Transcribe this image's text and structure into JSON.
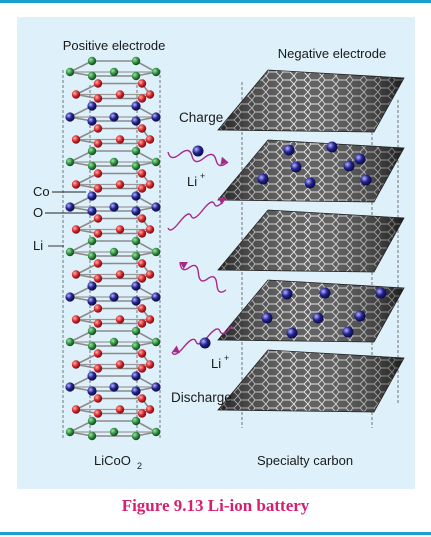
{
  "labels": {
    "positive_electrode": "Positive electrode",
    "negative_electrode": "Negative electrode",
    "charge": "Charge",
    "discharge": "Discharge",
    "li_ion_top": "Li",
    "li_ion_bottom": "Li",
    "ion_charge_sign": "+",
    "co": "Co",
    "o": "O",
    "li": "Li",
    "cathode_material": "LiCoO",
    "cathode_subscript": "2",
    "anode_material": "Specialty carbon"
  },
  "caption": "Figure 9.13 Li-ion battery",
  "colors": {
    "frame": "#1aa0cf",
    "panel_background": "#def0f9",
    "caption": "#d5206f",
    "cobalt_atom": "#2e8a3e",
    "oxygen_atom": "#d2232a",
    "lithium_atom": "#23238f",
    "wave_arrow": "#a8288a",
    "graphene_sheet": "#3a3a3a"
  },
  "icons": {
    "cathode": "licoo2-lattice-icon",
    "anode": "graphite-layers-icon",
    "ion_migration": "wave-arrow-icon"
  }
}
